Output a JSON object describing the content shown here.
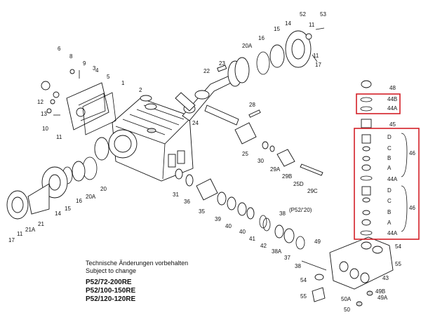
{
  "notes": {
    "german": "Technische Änderungen vorbehalten",
    "english": "Subject to change"
  },
  "models": [
    "P52/72-200RE",
    "P52/100-150RE",
    "P52/120-120RE"
  ],
  "highlight_color": "#d32027",
  "labels": {
    "l1": "1",
    "l2": "2",
    "l3": "3",
    "l4": "4",
    "l5": "5",
    "l6": "6",
    "l8": "8",
    "l9": "9",
    "l10": "10",
    "l11a": "11",
    "l11b": "11",
    "l11c": "11",
    "l11d": "11",
    "l12": "12",
    "l13": "13",
    "l14a": "14",
    "l14b": "14",
    "l15a": "15",
    "l15b": "15",
    "l16a": "16",
    "l16b": "16",
    "l17a": "17",
    "l17b": "17",
    "l20a": "20A",
    "l20b": "20A",
    "l20c": "20",
    "l21": "21",
    "l21a": "21A",
    "l22": "22",
    "l23": "23",
    "l24": "24",
    "l25": "25",
    "l25d": "25D",
    "l28": "28",
    "l29a": "29A",
    "l29b": "29B",
    "l29c": "29C",
    "l30": "30",
    "l31": "31",
    "l35": "35",
    "l36": "36",
    "l37": "37",
    "l38a": "38",
    "l38b": "38",
    "l38c": "38A",
    "l39": "39",
    "l40a": "40",
    "l40b": "40",
    "l41": "41",
    "l42": "42",
    "l43": "43",
    "l45": "45",
    "l46a": "46",
    "l46b": "46",
    "l48": "48",
    "l44b": "44B",
    "l44a": "44A",
    "l44c": "44A",
    "l44d": "44A",
    "lD1": "D",
    "lC1": "C",
    "lB1": "B",
    "lA1": "A",
    "lD2": "D",
    "lC2": "C",
    "lB2": "B",
    "lA2": "A",
    "l49": "49",
    "l49a": "49A",
    "l49b": "49B",
    "l50": "50",
    "l50a": "50A",
    "l52": "52",
    "l53": "53",
    "l54a": "54",
    "l54b": "54",
    "l55a": "55",
    "l55b": "55",
    "l38note": "(P52/‘20)"
  }
}
